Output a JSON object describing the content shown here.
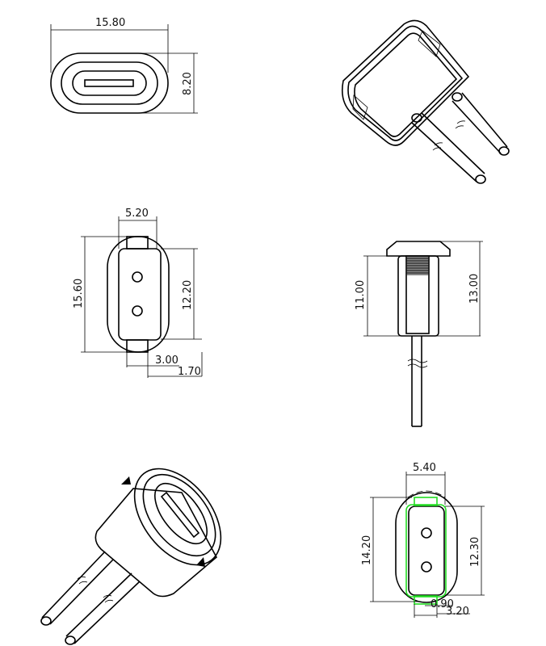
{
  "drawing": {
    "type": "connector-technical-drawing",
    "views": {
      "front_top": {
        "width_label": "15.80",
        "height_label": "8.20"
      },
      "back_view": {
        "top_width_label": "5.20",
        "height_label": "15.60",
        "inner_height_label": "12.20",
        "bottom_width_label": "3.00",
        "offset_label": "1.70"
      },
      "side_view": {
        "body_height_label": "11.00",
        "total_height_label": "13.00"
      },
      "panel_cutout": {
        "width_label": "5.40",
        "height_label": "14.20",
        "inner_height_label": "12.30",
        "gap_label": "0.90",
        "bottom_width_label": "3.20",
        "highlight_color": "#22dd22"
      },
      "iso_top_right": {
        "name": "isometric-rear-view"
      },
      "iso_bottom_left": {
        "name": "isometric-front-view"
      }
    }
  }
}
